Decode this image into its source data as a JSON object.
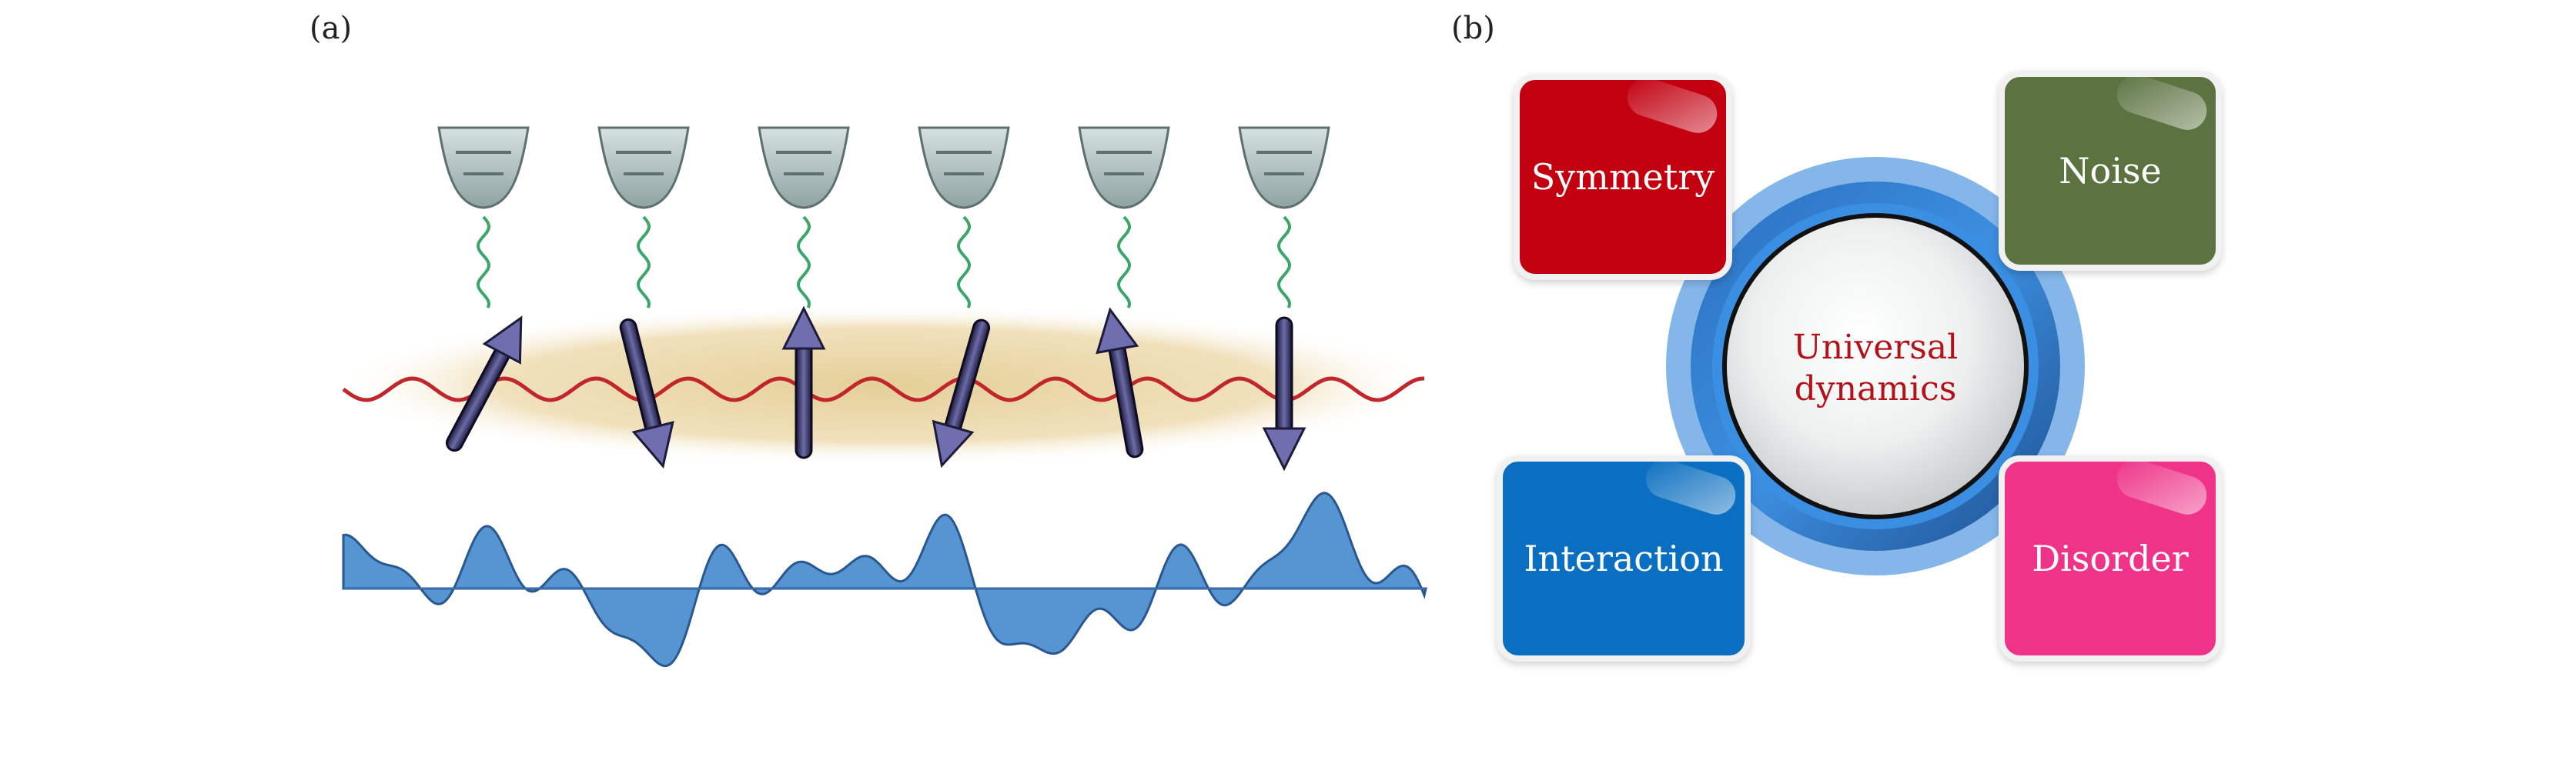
{
  "panels": {
    "a": {
      "label": "(a)"
    },
    "b": {
      "label": "(b)"
    }
  },
  "diagram_b": {
    "center": {
      "line1": "Universal",
      "line2": "dynamics"
    },
    "boxes": [
      {
        "id": "symmetry",
        "label": "Symmetry",
        "color": "#c30010"
      },
      {
        "id": "noise",
        "label": "Noise",
        "color": "#5c7341"
      },
      {
        "id": "interaction",
        "label": "Interaction",
        "color": "#0a6fc0"
      },
      {
        "id": "disorder",
        "label": "Disorder",
        "color": "#ee3388"
      }
    ]
  },
  "diagram_a": {
    "trap_count": 6,
    "spin_directions": [
      "up",
      "down",
      "up",
      "down",
      "up",
      "down"
    ],
    "colors": {
      "trap": "#9fb2b2",
      "coupling_wave": "#3aa66a",
      "medium_band": "#e9d6a7",
      "photon_wave": "#c0262c",
      "spin_arrow": "#3a3566",
      "field_fill": "#4a8fd3"
    }
  }
}
